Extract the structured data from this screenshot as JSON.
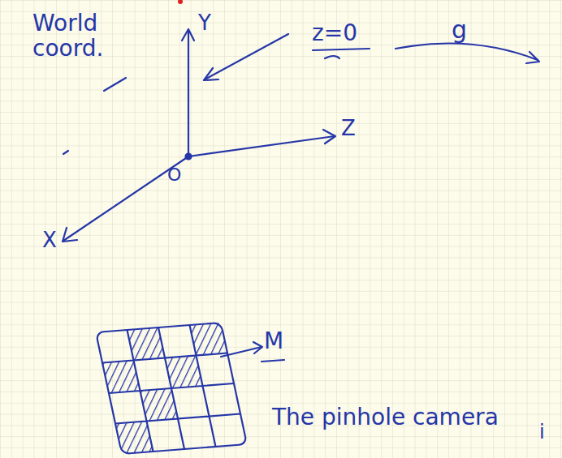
{
  "diagram": {
    "labels": [
      "World coord.",
      "Y",
      "z=0",
      "g",
      "O",
      "Z",
      "X",
      "M",
      "The pinhole camera",
      "i"
    ]
  }
}
